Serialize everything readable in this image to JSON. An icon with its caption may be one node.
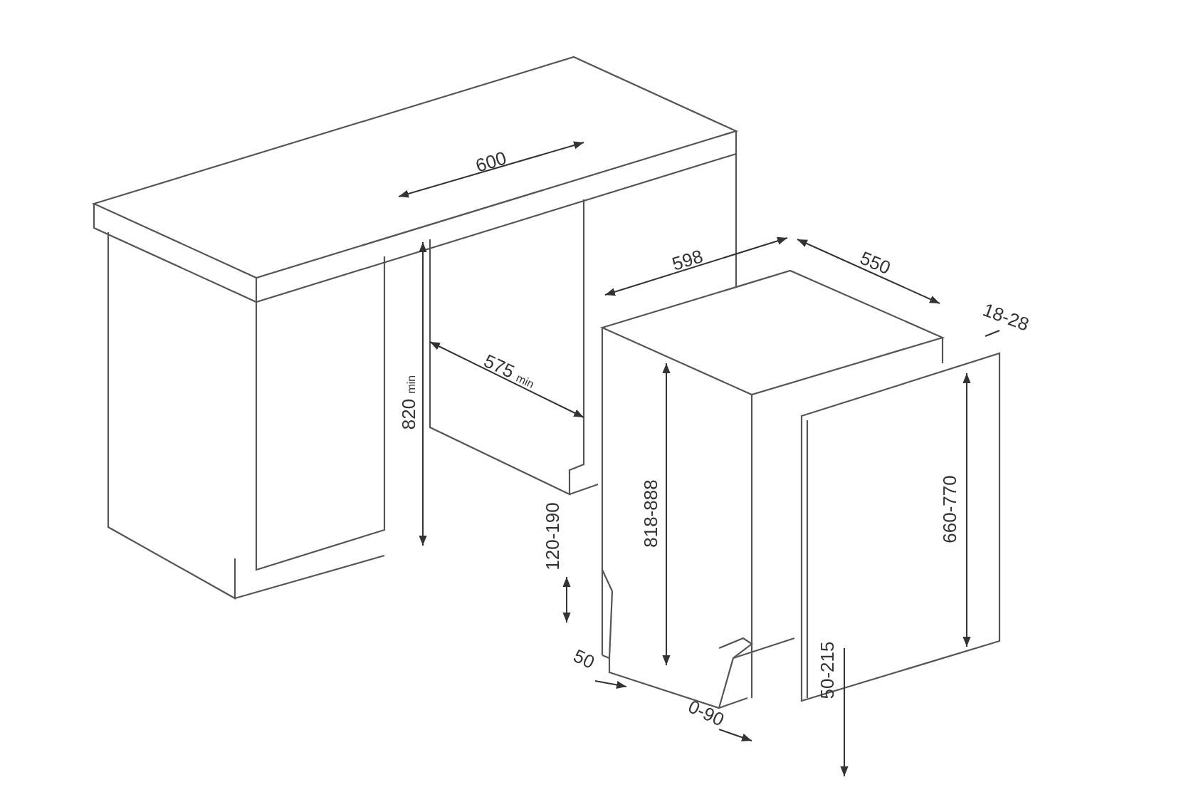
{
  "diagram": {
    "labels": [
      "600",
      "598",
      "550",
      "18-28",
      "575 $_{min}$",
      "820 $_{min}$",
      "818-888",
      "660-770",
      "120-190",
      "50",
      "50-215",
      "0-90"
    ]
  }
}
